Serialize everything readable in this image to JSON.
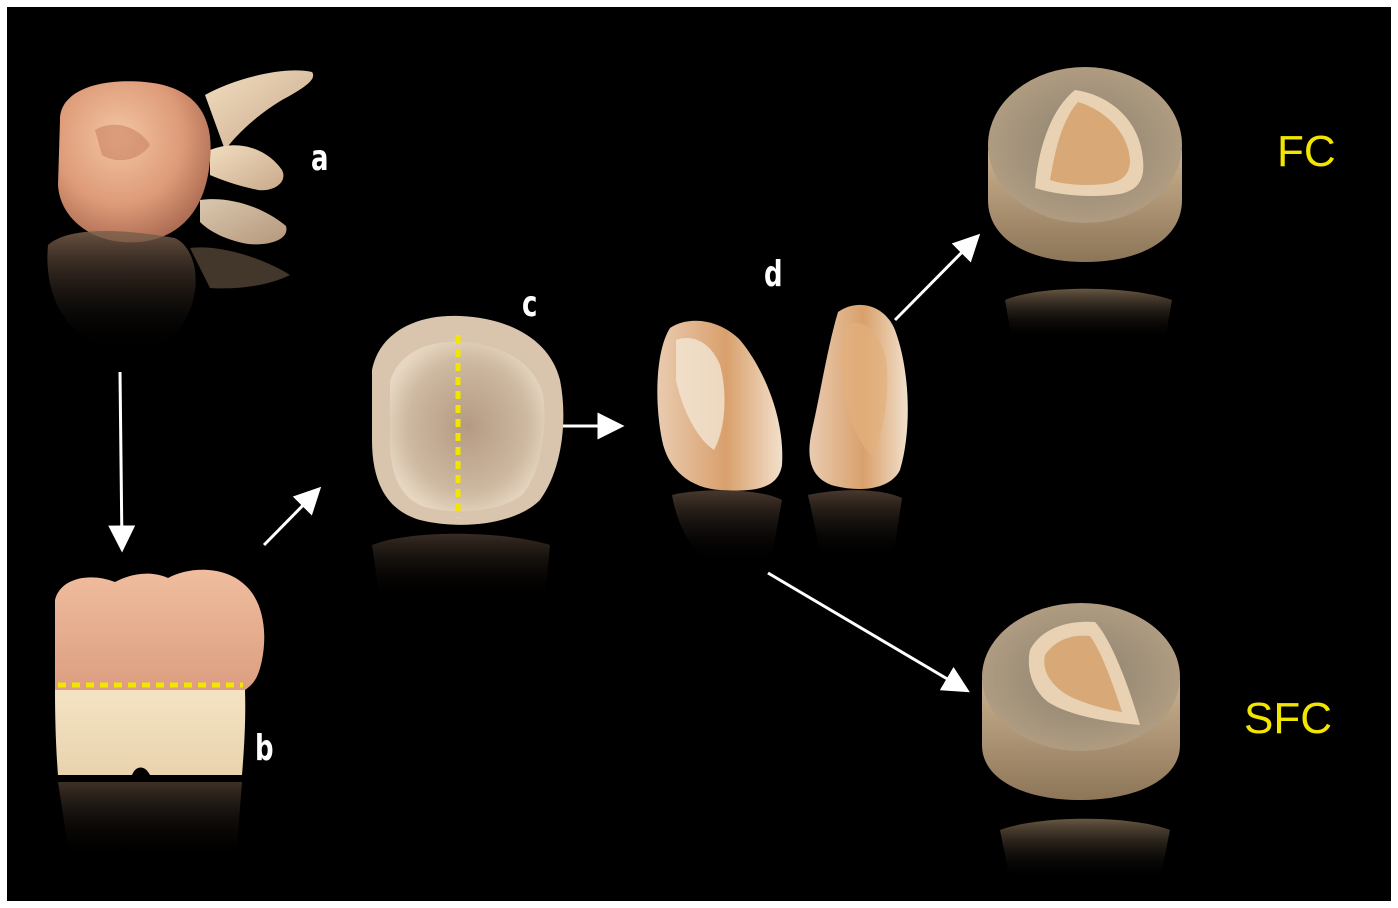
{
  "panel_labels": {
    "a": "a",
    "b": "b",
    "c": "c",
    "d": "d"
  },
  "group_labels": {
    "fc": "FC",
    "sfc": "SFC"
  },
  "colors": {
    "background": "#000000",
    "border": "#ffffff",
    "arrow": "#ffffff",
    "section_line": "#f2e600",
    "group_label": "#f2e600"
  }
}
